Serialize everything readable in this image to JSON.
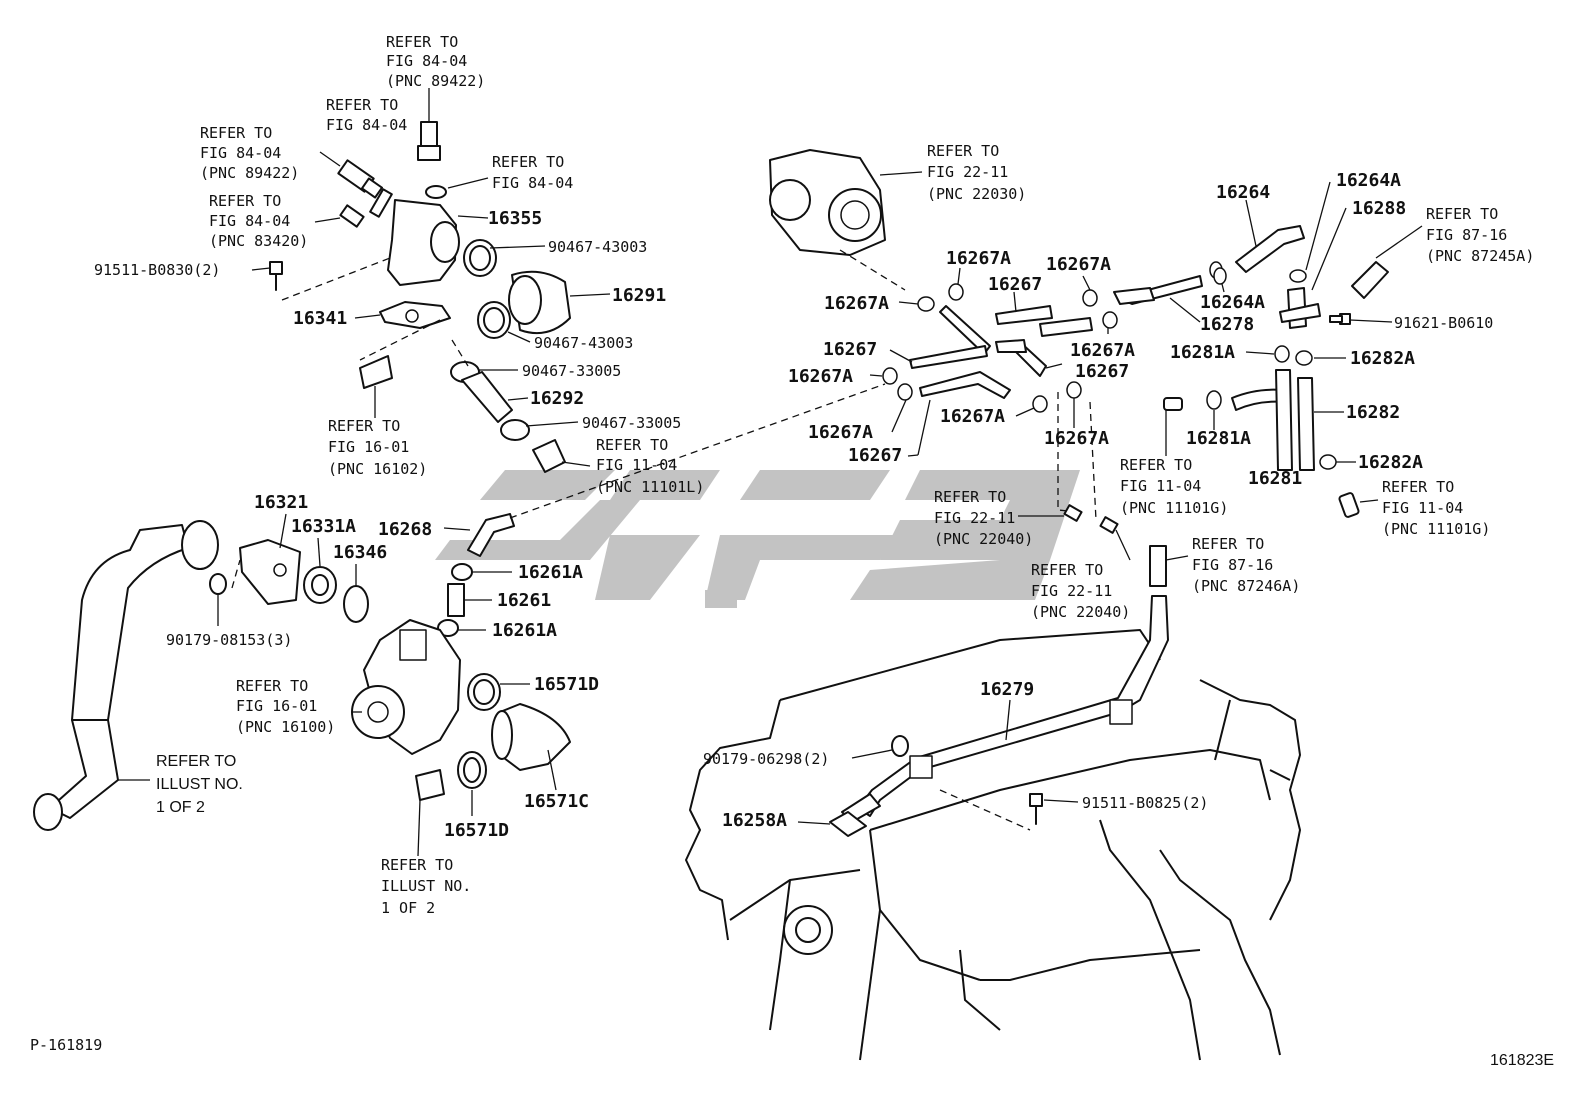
{
  "diagram_code_left": "P-161819",
  "diagram_code_right": "161823E",
  "watermark": {
    "color": "#c3c3c3"
  },
  "refs": {
    "r1": [
      "REFER TO",
      "FIG 84-04",
      "(PNC 89422)"
    ],
    "r2": [
      "REFER TO",
      "FIG 84-04"
    ],
    "r3": [
      "REFER TO",
      "FIG 84-04",
      "(PNC 89422)"
    ],
    "r4": [
      "REFER TO",
      "FIG 84-04",
      "(PNC 83420)"
    ],
    "r5": [
      "REFER TO",
      "FIG 84-04"
    ],
    "r6": [
      "REFER TO",
      "FIG 16-01",
      "(PNC 16102)"
    ],
    "r7": [
      "REFER TO",
      "FIG 11-04",
      "(PNC 11101L)"
    ],
    "r8": [
      "REFER TO",
      "FIG 16-01",
      "(PNC 16100)"
    ],
    "r9": [
      "REFER TO",
      "ILLUST NO.",
      "1 OF 2"
    ],
    "r10": [
      "REFER TO",
      "ILLUST NO.",
      "1 OF 2"
    ],
    "r11": [
      "REFER TO",
      "FIG 22-11",
      "(PNC 22030)"
    ],
    "r12": [
      "REFER TO",
      "FIG 87-16",
      "(PNC 87245A)"
    ],
    "r13": [
      "REFER TO",
      "FIG 11-04",
      "(PNC 11101G)"
    ],
    "r14": [
      "REFER TO",
      "FIG 11-04",
      "(PNC 11101G)"
    ],
    "r15": [
      "REFER TO",
      "FIG 22-11",
      "(PNC 22040)"
    ],
    "r16": [
      "REFER TO",
      "FIG 22-11",
      "(PNC 22040)"
    ],
    "r17": [
      "REFER TO",
      "FIG 87-16",
      "(PNC 87246A)"
    ]
  },
  "parts": {
    "p16355": "16355",
    "p90467_43003_a": "90467-43003",
    "p16291": "16291",
    "p91511_b0830": "91511-B0830(2)",
    "p16341": "16341",
    "p90467_43003_b": "90467-43003",
    "p90467_33005_a": "90467-33005",
    "p16292": "16292",
    "p90467_33005_b": "90467-33005",
    "p16321": "16321",
    "p16331A": "16331A",
    "p16346": "16346",
    "p16268": "16268",
    "p16261A_a": "16261A",
    "p16261": "16261",
    "p16261A_b": "16261A",
    "p90179_08153": "90179-08153(3)",
    "p16571D_a": "16571D",
    "p16571C": "16571C",
    "p16571D_b": "16571D",
    "p16267A_1": "16267A",
    "p16267A_2": "16267A",
    "p16267A_3": "16267A",
    "p16267A_4": "16267A",
    "p16267A_5": "16267A",
    "p16267A_6": "16267A",
    "p16267A_7": "16267A",
    "p16267A_8": "16267A",
    "p16267_1": "16267",
    "p16267_2": "16267",
    "p16267_3": "16267",
    "p16267_4": "16267",
    "p16264": "16264",
    "p16264A_a": "16264A",
    "p16288": "16288",
    "p16264A_b": "16264A",
    "p16278": "16278",
    "p91621_b0610": "91621-B0610",
    "p16281A_a": "16281A",
    "p16282A_a": "16282A",
    "p16282": "16282",
    "p16281A_b": "16281A",
    "p16281": "16281",
    "p16282A_b": "16282A",
    "p16279": "16279",
    "p90179_06298": "90179-06298(2)",
    "p16258A": "16258A",
    "p91511_b0825": "91511-B0825(2)"
  }
}
